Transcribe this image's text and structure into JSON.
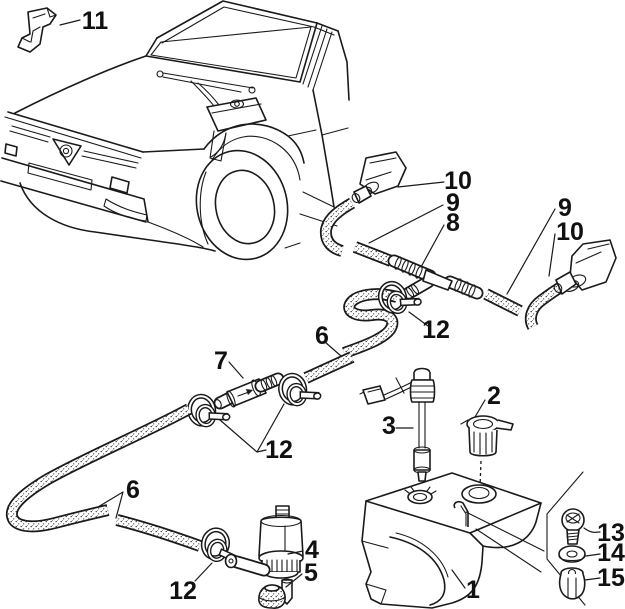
{
  "figure": {
    "type": "exploded-parts-diagram",
    "subject": "windshield-washer-system",
    "paper_color": "#ffffff",
    "ink_color": "#1a1a1a"
  },
  "callouts": [
    {
      "label": "11",
      "target": "hood-clip"
    },
    {
      "label": "10",
      "target": "washer-nozzle-left"
    },
    {
      "label": "9",
      "target": "hose-segment-left"
    },
    {
      "label": "8",
      "target": "tee-connector"
    },
    {
      "label": "9",
      "target": "hose-segment-right"
    },
    {
      "label": "10",
      "target": "washer-nozzle-right"
    },
    {
      "label": "12",
      "target": "hose-clamp-upper"
    },
    {
      "label": "6",
      "target": "hose-upper"
    },
    {
      "label": "7",
      "target": "check-valve"
    },
    {
      "label": "12",
      "target": "hose-clamp-pair"
    },
    {
      "label": "2",
      "target": "filler-cap"
    },
    {
      "label": "3",
      "target": "level-sensor"
    },
    {
      "label": "6",
      "target": "hose-lower"
    },
    {
      "label": "4",
      "target": "washer-pump"
    },
    {
      "label": "5",
      "target": "pump-grommet"
    },
    {
      "label": "12",
      "target": "hose-clamp-bottom"
    },
    {
      "label": "1",
      "target": "reservoir-tank"
    },
    {
      "label": "13",
      "target": "mounting-screw"
    },
    {
      "label": "14",
      "target": "washer-ring"
    },
    {
      "label": "15",
      "target": "expansion-nut"
    }
  ]
}
